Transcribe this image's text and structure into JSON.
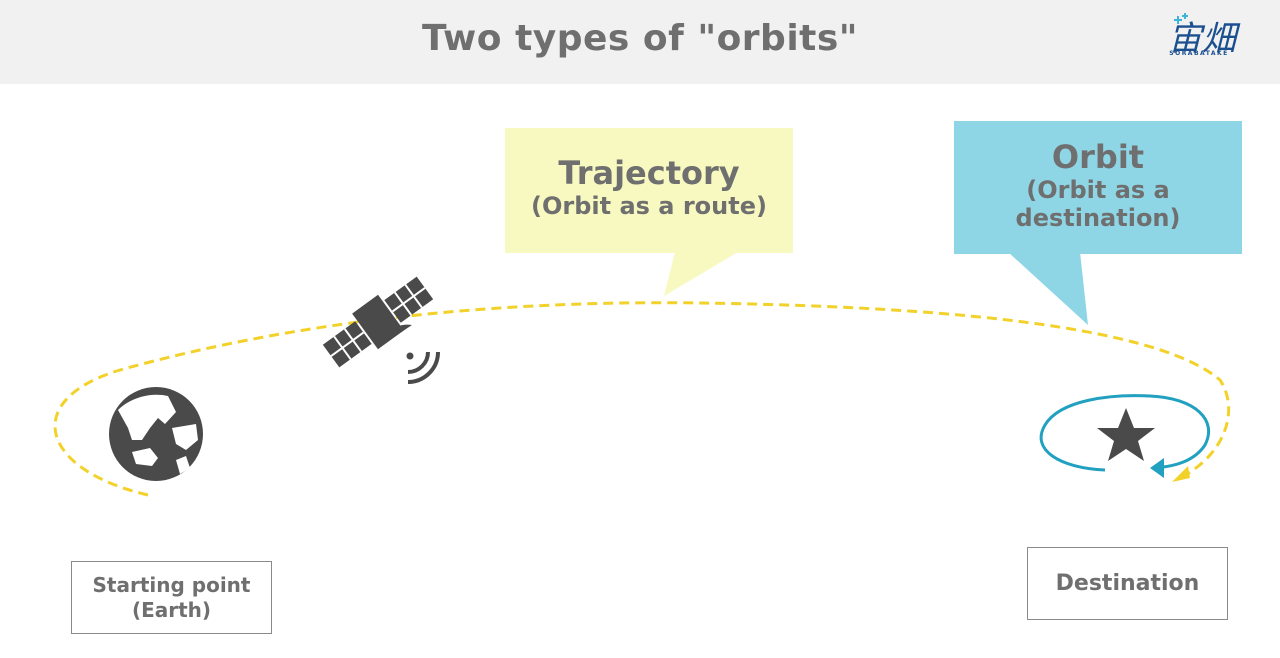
{
  "header": {
    "title": "Two types of \"orbits\"",
    "logo_text": "SORABATAKE",
    "logo_mark": "宙畑"
  },
  "callouts": {
    "trajectory": {
      "heading": "Trajectory",
      "subtitle": "(Orbit as a route)",
      "color": "#f8f9c0"
    },
    "orbit": {
      "heading": "Orbit",
      "subtitle_line1": "(Orbit as a",
      "subtitle_line2": "destination)",
      "color": "#8ed6e6"
    }
  },
  "labels": {
    "start_line1": "Starting point",
    "start_line2": "(Earth)",
    "destination": "Destination"
  },
  "colors": {
    "trajectory_path": "#f2d22a",
    "orbit_ring": "#21a0c0",
    "icon": "#4a4a4a",
    "text": "#6f6f6f"
  },
  "icons": [
    "earth-icon",
    "satellite-icon",
    "star-icon"
  ]
}
